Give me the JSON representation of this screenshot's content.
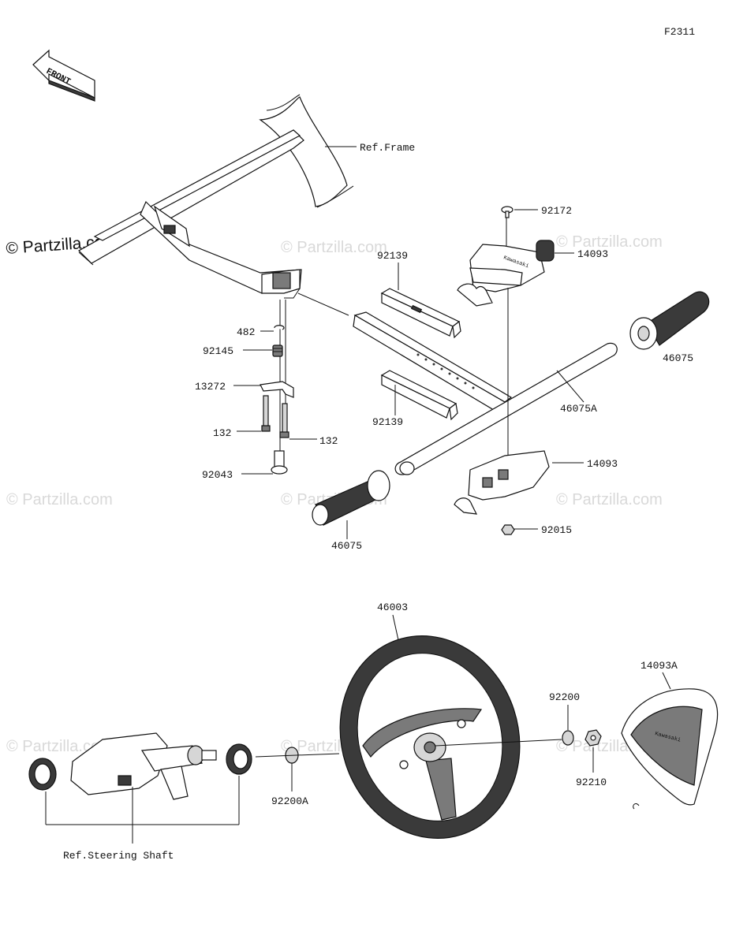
{
  "diagram_code": "F2311",
  "front_arrow_label": "FRONT",
  "watermark_main": "© Partzilla.com",
  "watermark_faint": "© Partzilla.com",
  "labels": {
    "ref_frame": "Ref.Frame",
    "p92172": "92172",
    "p14093_top": "14093",
    "p92139_top": "92139",
    "p46075_right": "46075",
    "p482": "482",
    "p92145": "92145",
    "p13272": "13272",
    "p46075A": "46075A",
    "p92139_bottom": "92139",
    "p132_left": "132",
    "p132_right": "132",
    "p14093_bottom": "14093",
    "p92043": "92043",
    "p92015": "92015",
    "p46075_left": "46075",
    "p46003": "46003",
    "p14093A": "14093A",
    "p92200": "92200",
    "p92210": "92210",
    "p92200A": "92200A",
    "ref_steering_shaft": "Ref.Steering Shaft"
  }
}
